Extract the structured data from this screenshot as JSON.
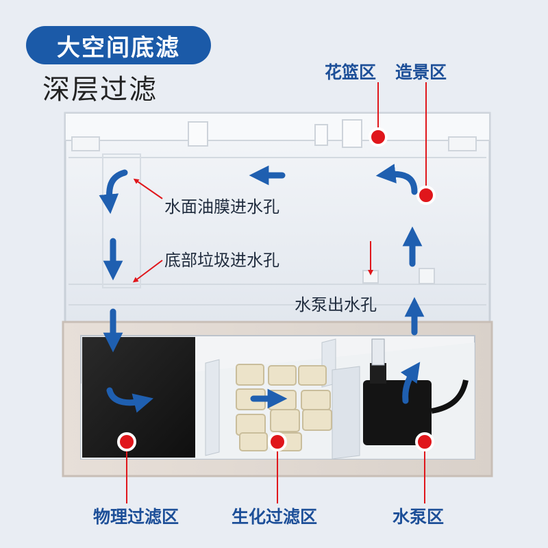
{
  "title": "大空间底滤",
  "subtitle": "深层过滤",
  "labels": {
    "basket_zone": "花篮区",
    "landscape_zone": "造景区",
    "surface_oil_inlet": "水面油膜进水孔",
    "bottom_debris_inlet": "底部垃圾进水孔",
    "pump_outlet": "水泵出水孔",
    "physical_filter_zone": "物理过滤区",
    "bio_filter_zone": "生化过滤区",
    "pump_zone": "水泵区"
  },
  "colors": {
    "brand_blue": "#1b5aa8",
    "arrow_blue": "#1f5fb0",
    "marker_red": "#e0161b",
    "background": "#e9edf3"
  }
}
